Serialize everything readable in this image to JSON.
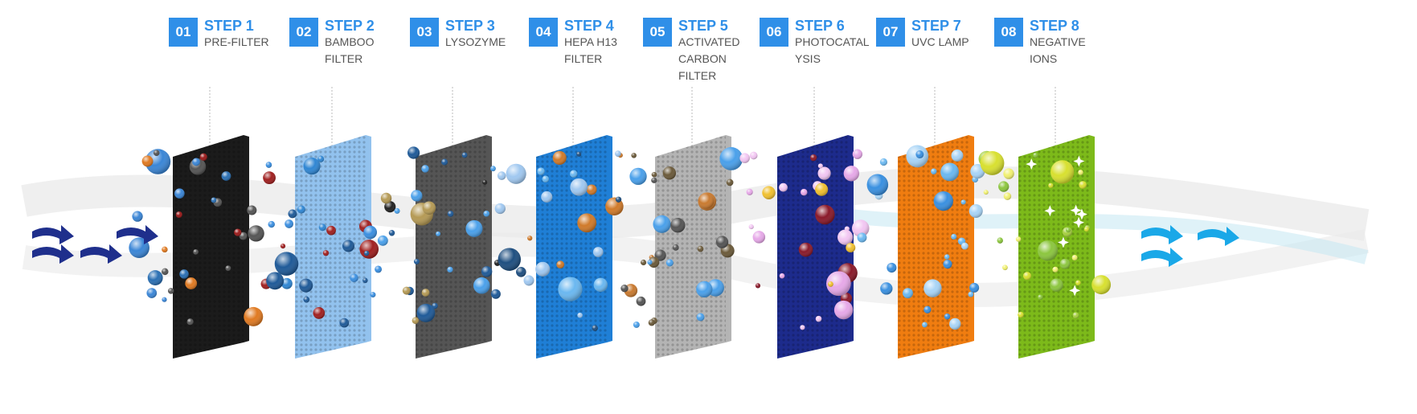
{
  "steps": [
    {
      "num": "01",
      "title": "STEP 1",
      "label": "PRE-FILTER",
      "color": "#1b1b1b",
      "bubbles": [
        "#3b86d6",
        "#9a1a1a",
        "#555555",
        "#e07a22",
        "#2a6fb3"
      ]
    },
    {
      "num": "02",
      "title": "STEP 2",
      "label": "BAMBOO\nFILTER",
      "color": "#92c2ee",
      "bubbles": [
        "#3b8fe0",
        "#1f5a98",
        "#2f86d3",
        "#a02020"
      ]
    },
    {
      "num": "03",
      "title": "STEP 3",
      "label": "LYSOZYME",
      "color": "#555555",
      "bubbles": [
        "#4aa0ea",
        "#1f5a98",
        "#b59a55",
        "#222222"
      ]
    },
    {
      "num": "04",
      "title": "STEP 4",
      "label": "HEPA H13\nFILTER",
      "color": "#1f7fd6",
      "bubbles": [
        "#6bb8f0",
        "#1f4f80",
        "#d07a2a",
        "#a0c8f0"
      ]
    },
    {
      "num": "05",
      "title": "STEP 5",
      "label": "ACTIVATED\nCARBON\nFILTER",
      "color": "#b4b4b4",
      "bubbles": [
        "#4aa0ea",
        "#6b5a3a",
        "#555555",
        "#c97a30"
      ]
    },
    {
      "num": "06",
      "title": "STEP 6",
      "label": "PHOTOCATAL\nYSIS",
      "color": "#1d2b8c",
      "bubbles": [
        "#e6a8e8",
        "#8a1a2a",
        "#f0c030",
        "#f2c6f2"
      ]
    },
    {
      "num": "07",
      "title": "STEP 7",
      "label": "UVC LAMP",
      "color": "#f07d10",
      "bubbles": [
        "#6bb8f0",
        "#3a90e0",
        "#a8d4f6"
      ]
    },
    {
      "num": "08",
      "title": "STEP 8",
      "label": "NEGATIVE\nIONS",
      "color": "#7dba1a",
      "bubbles": [
        "#d8e030",
        "#a6d040",
        "#f0f070",
        "#8cc63f"
      ]
    }
  ],
  "colors": {
    "accent": "#2f8fe8",
    "arrow_in": "#1f2f8c",
    "arrow_out": "#1aa8e8"
  }
}
